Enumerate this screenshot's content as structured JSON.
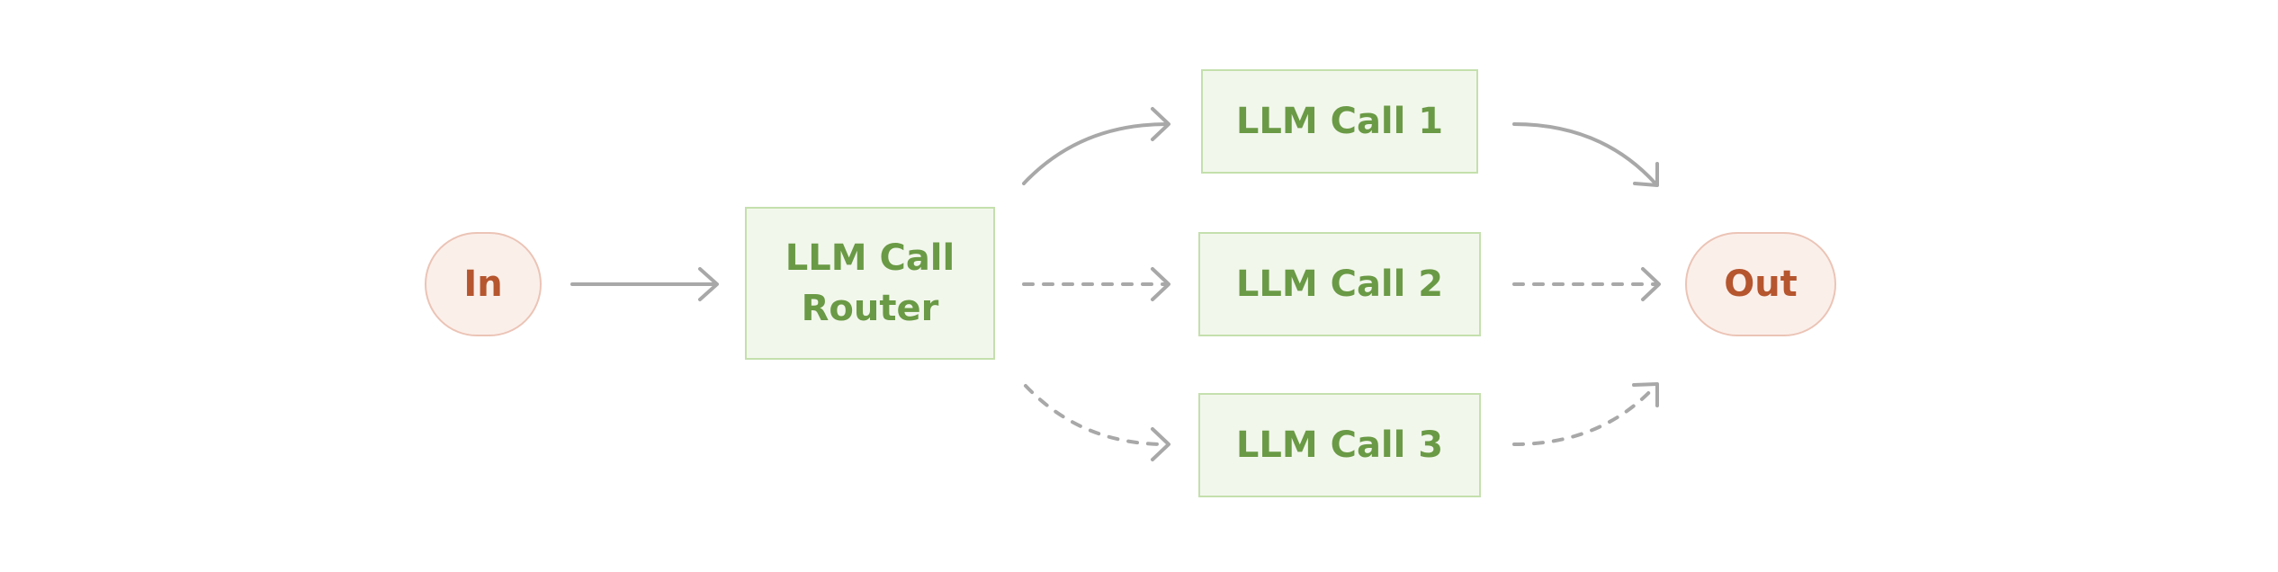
{
  "nodes": {
    "input": {
      "label": "In"
    },
    "router": {
      "line1": "LLM Call",
      "line2": "Router"
    },
    "call1": {
      "label": "LLM Call 1"
    },
    "call2": {
      "label": "LLM Call 2"
    },
    "call3": {
      "label": "LLM Call 3"
    },
    "output": {
      "label": "Out"
    }
  },
  "edges": [
    {
      "from": "input",
      "to": "router",
      "style": "solid"
    },
    {
      "from": "router",
      "to": "call1",
      "style": "solid"
    },
    {
      "from": "router",
      "to": "call2",
      "style": "dashed"
    },
    {
      "from": "router",
      "to": "call3",
      "style": "dashed"
    },
    {
      "from": "call1",
      "to": "output",
      "style": "solid"
    },
    {
      "from": "call2",
      "to": "output",
      "style": "dashed"
    },
    {
      "from": "call3",
      "to": "output",
      "style": "dashed"
    }
  ],
  "colors": {
    "edge": "#a8a8a8",
    "pill_fill": "#fbefea",
    "pill_border": "#ebc4b6",
    "pill_text": "#b5562f",
    "box_fill": "#f2f7ec",
    "box_border": "#c4e0ad",
    "box_text": "#6a9a45",
    "background": "#ffffff"
  }
}
